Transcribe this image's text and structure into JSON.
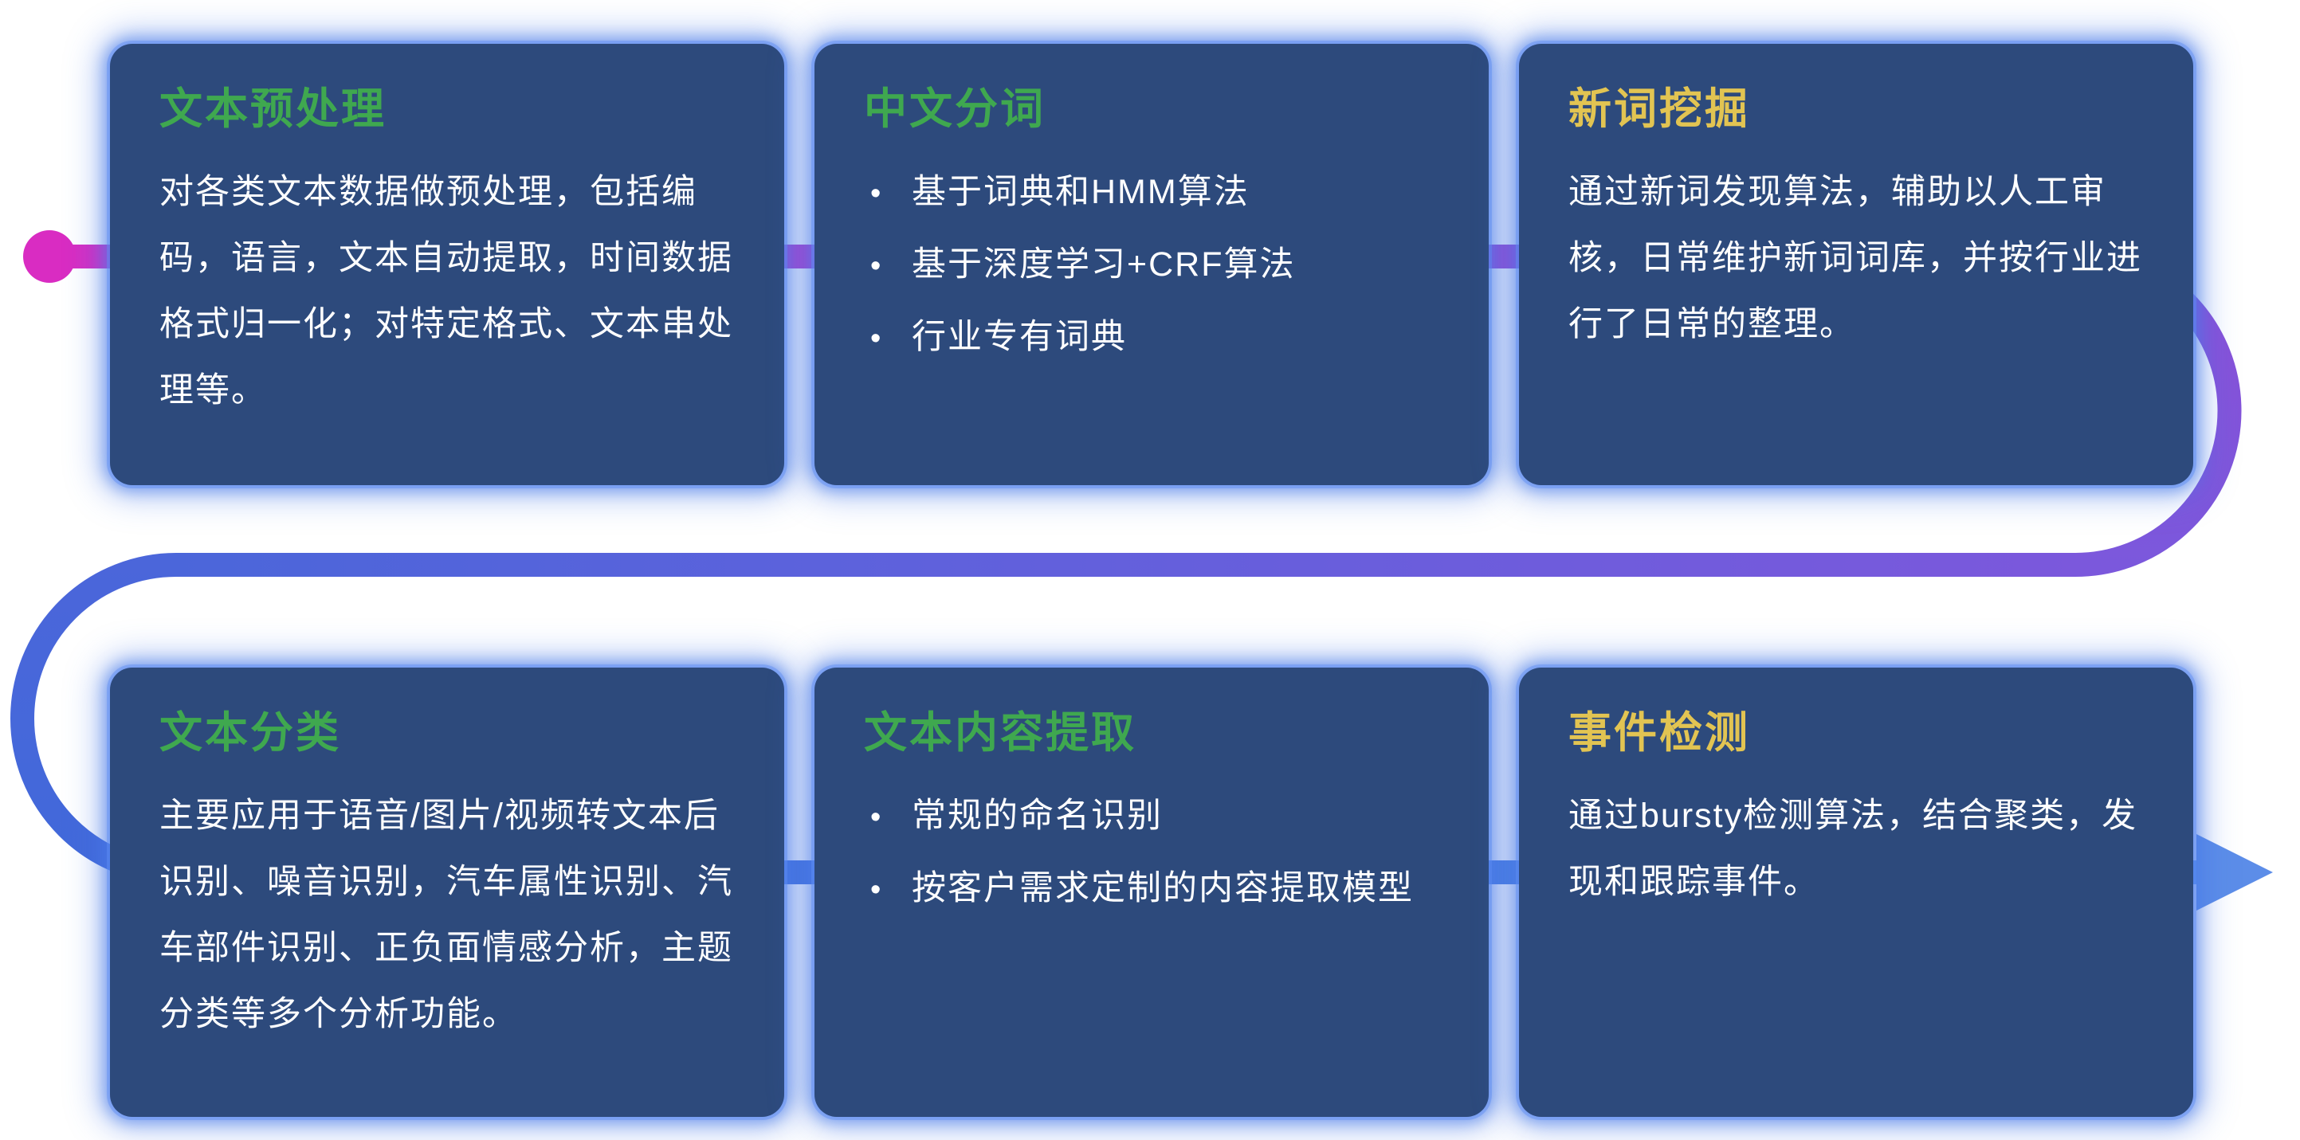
{
  "colors": {
    "card_bg": "#2d4a7c",
    "card_glow_blue": "#4a7ce8",
    "title_green": "#3fa84f",
    "title_yellow": "#e2c452",
    "body_text": "#ffffff",
    "flow_start_magenta": "#d92cc2",
    "flow_purple": "#8b4fd7",
    "flow_blue": "#4169da",
    "flow_arrow_blue": "#5c8de8"
  },
  "flow": {
    "shape": "snake-path-left-to-right",
    "start_marker": "magenta-dot",
    "end_marker": "blue-arrow"
  },
  "cards": [
    {
      "title": "文本预处理",
      "title_color": "green",
      "body": "对各类文本数据做预处理，包括编码，语言，文本自动提取，时间数据格式归一化；对特定格式、文本串处理等。"
    },
    {
      "title": "中文分词",
      "title_color": "green",
      "bullets": [
        "基于词典和HMM算法",
        "基于深度学习+CRF算法",
        "行业专有词典"
      ]
    },
    {
      "title": "新词挖掘",
      "title_color": "yellow",
      "body": "通过新词发现算法，辅助以人工审核，日常维护新词词库，并按行业进行了日常的整理。"
    },
    {
      "title": "文本分类",
      "title_color": "green",
      "body": "主要应用于语音/图片/视频转文本后识别、噪音识别，汽车属性识别、汽车部件识别、正负面情感分析，主题分类等多个分析功能。"
    },
    {
      "title": "文本内容提取",
      "title_color": "green",
      "bullets": [
        "常规的命名识别",
        "按客户需求定制的内容提取模型"
      ]
    },
    {
      "title": "事件检测",
      "title_color": "yellow",
      "body": "通过bursty检测算法，结合聚类，发现和跟踪事件。"
    }
  ]
}
